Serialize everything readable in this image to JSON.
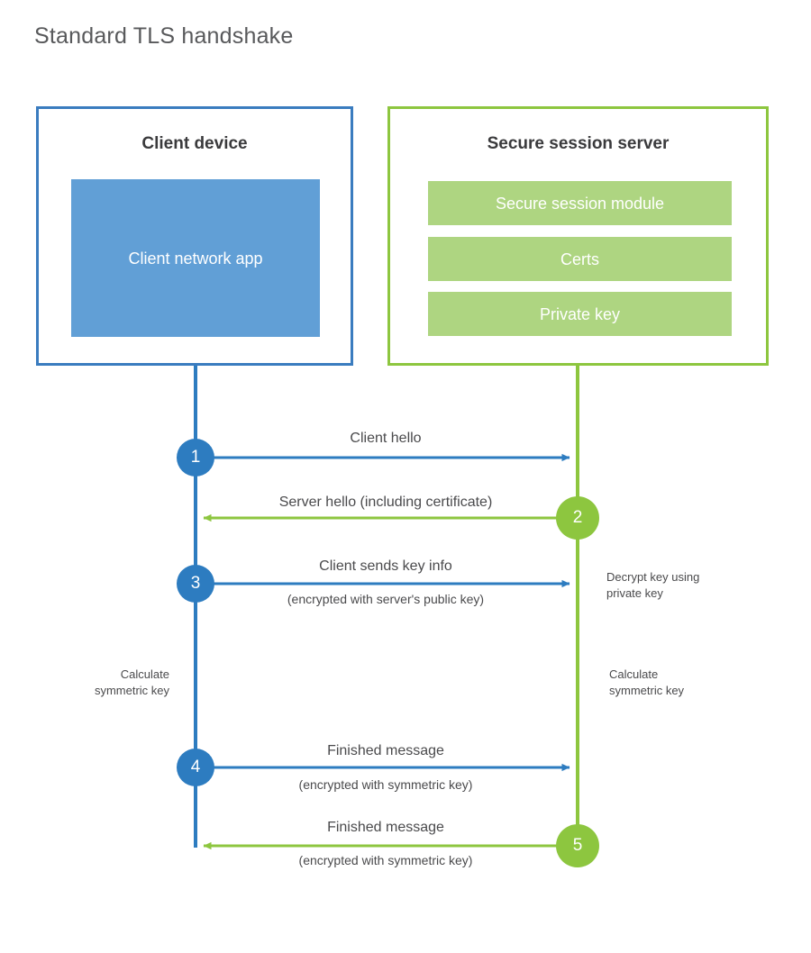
{
  "title": "Standard TLS handshake",
  "colors": {
    "client_border": "#3a7cbf",
    "client_fill": "#619fd6",
    "client_line": "#2d7cc0",
    "server_border": "#8dc63f",
    "server_fill": "#aed581",
    "server_line": "#8dc63f",
    "title_text": "#58595b",
    "body_text": "#4a4a4c",
    "background": "#ffffff"
  },
  "nodes": [
    {
      "id": "client",
      "title": "Client device",
      "blocks": [
        {
          "label": "Client network\napp"
        }
      ]
    },
    {
      "id": "server",
      "title": "Secure session server",
      "blocks": [
        {
          "label": "Secure session module"
        },
        {
          "label": "Certs"
        },
        {
          "label": "Private key"
        }
      ]
    }
  ],
  "steps": [
    {
      "number": "1",
      "side": "client",
      "direction": "client-to-server",
      "label": "Client hello",
      "sublabel": ""
    },
    {
      "number": "2",
      "side": "server",
      "direction": "server-to-client",
      "label": "Server hello (including certificate)",
      "sublabel": ""
    },
    {
      "number": "3",
      "side": "client",
      "direction": "client-to-server",
      "label": "Client sends key info",
      "sublabel": "(encrypted with server's public key)"
    },
    {
      "number": "4",
      "side": "client",
      "direction": "client-to-server",
      "label": "Finished message",
      "sublabel": "(encrypted with symmetric key)"
    },
    {
      "number": "5",
      "side": "server",
      "direction": "server-to-client",
      "label": "Finished message",
      "sublabel": "(encrypted with symmetric key)"
    }
  ],
  "annotations": [
    {
      "id": "decrypt-key",
      "text": "Decrypt key using\nprivate key",
      "side": "server"
    },
    {
      "id": "client-calc-key",
      "text": "Calculate\nsymmetric key",
      "side": "client"
    },
    {
      "id": "server-calc-key",
      "text": "Calculate\nsymmetric key",
      "side": "server"
    }
  ]
}
